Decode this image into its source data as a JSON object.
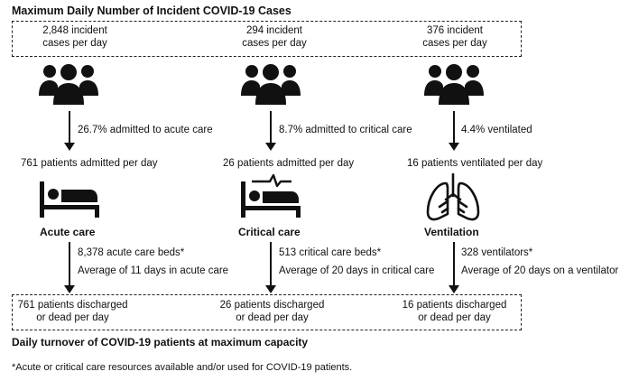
{
  "header": {
    "title": "Maximum Daily Number of Incident COVID-19 Cases"
  },
  "incident": [
    {
      "line1": "2,848 incident",
      "line2": "cases per day"
    },
    {
      "line1": "294 incident",
      "line2": "cases per day"
    },
    {
      "line1": "376 incident",
      "line2": "cases per day"
    }
  ],
  "steps": [
    "26.7% admitted to acute care",
    "8.7% admitted to critical care",
    "4.4% ventilated"
  ],
  "admitted": [
    "761 patients admitted per day",
    "26 patients admitted per day",
    "16 patients ventilated per day"
  ],
  "categories": [
    "Acute care",
    "Critical care",
    "Ventilation"
  ],
  "resources": [
    {
      "capacity": "8,378 acute care beds*",
      "duration": "Average of 11 days in acute care"
    },
    {
      "capacity": "513 critical care beds*",
      "duration": "Average of 20 days in critical care"
    },
    {
      "capacity": "328 ventilators*",
      "duration": "Average of 20 days on a ventilator"
    }
  ],
  "discharged": [
    {
      "line1": "761 patients discharged",
      "line2": "or dead per day"
    },
    {
      "line1": "26 patients discharged",
      "line2": "or dead per day"
    },
    {
      "line1": "16 patients discharged",
      "line2": "or dead per day"
    }
  ],
  "footer": {
    "subtitle": "Daily turnover of COVID-19 patients at maximum capacity",
    "footnote": "*Acute or critical care resources available and/or used for COVID-19 patients."
  },
  "icons": [
    "people-group-icon",
    "hospital-bed-icon",
    "icu-bed-heartbeat-icon",
    "lungs-icon"
  ]
}
